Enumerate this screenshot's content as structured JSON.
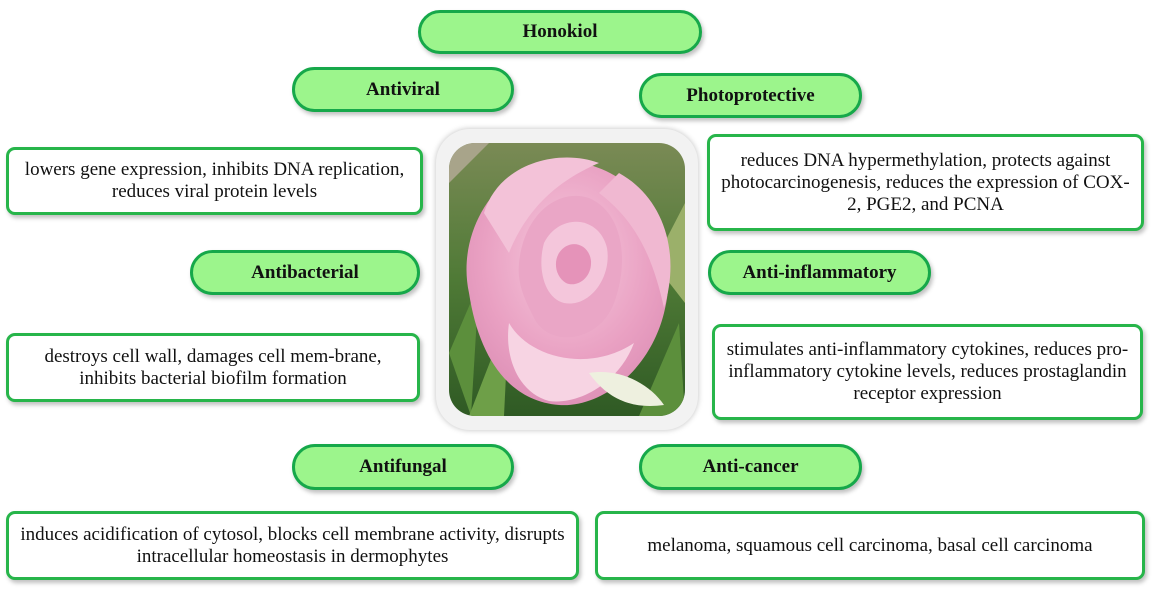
{
  "title": "Honokiol",
  "categories": [
    {
      "key": "antiviral",
      "label": "Antiviral",
      "description": "lowers gene expression, inhibits DNA replication, reduces viral protein levels"
    },
    {
      "key": "photoprotective",
      "label": "Photoprotective",
      "description": "reduces DNA hypermethylation, protects against photocarcinogenesis, reduces the expression of COX-2, PGE2, and PCNA"
    },
    {
      "key": "antibacterial",
      "label": "Antibacterial",
      "description": "destroys cell wall, damages cell mem-brane, inhibits bacterial biofilm formation"
    },
    {
      "key": "anti_inflammatory",
      "label": "Anti-inflammatory",
      "description": "stimulates anti-inflammatory cytokines, reduces pro-inflammatory cytokine levels, reduces prostaglandin receptor expression"
    },
    {
      "key": "antifungal",
      "label": "Antifungal",
      "description": "induces acidification of cytosol, blocks cell membrane activity, disrupts intracellular homeostasis in dermophytes"
    },
    {
      "key": "anti_cancer",
      "label": "Anti-cancer",
      "description": "melanoma, squamous cell carcinoma, basal cell carcinoma"
    }
  ],
  "colors": {
    "pill_fill": "#9cf58c",
    "pill_border": "#16a84a",
    "box_border": "#27b54a"
  }
}
